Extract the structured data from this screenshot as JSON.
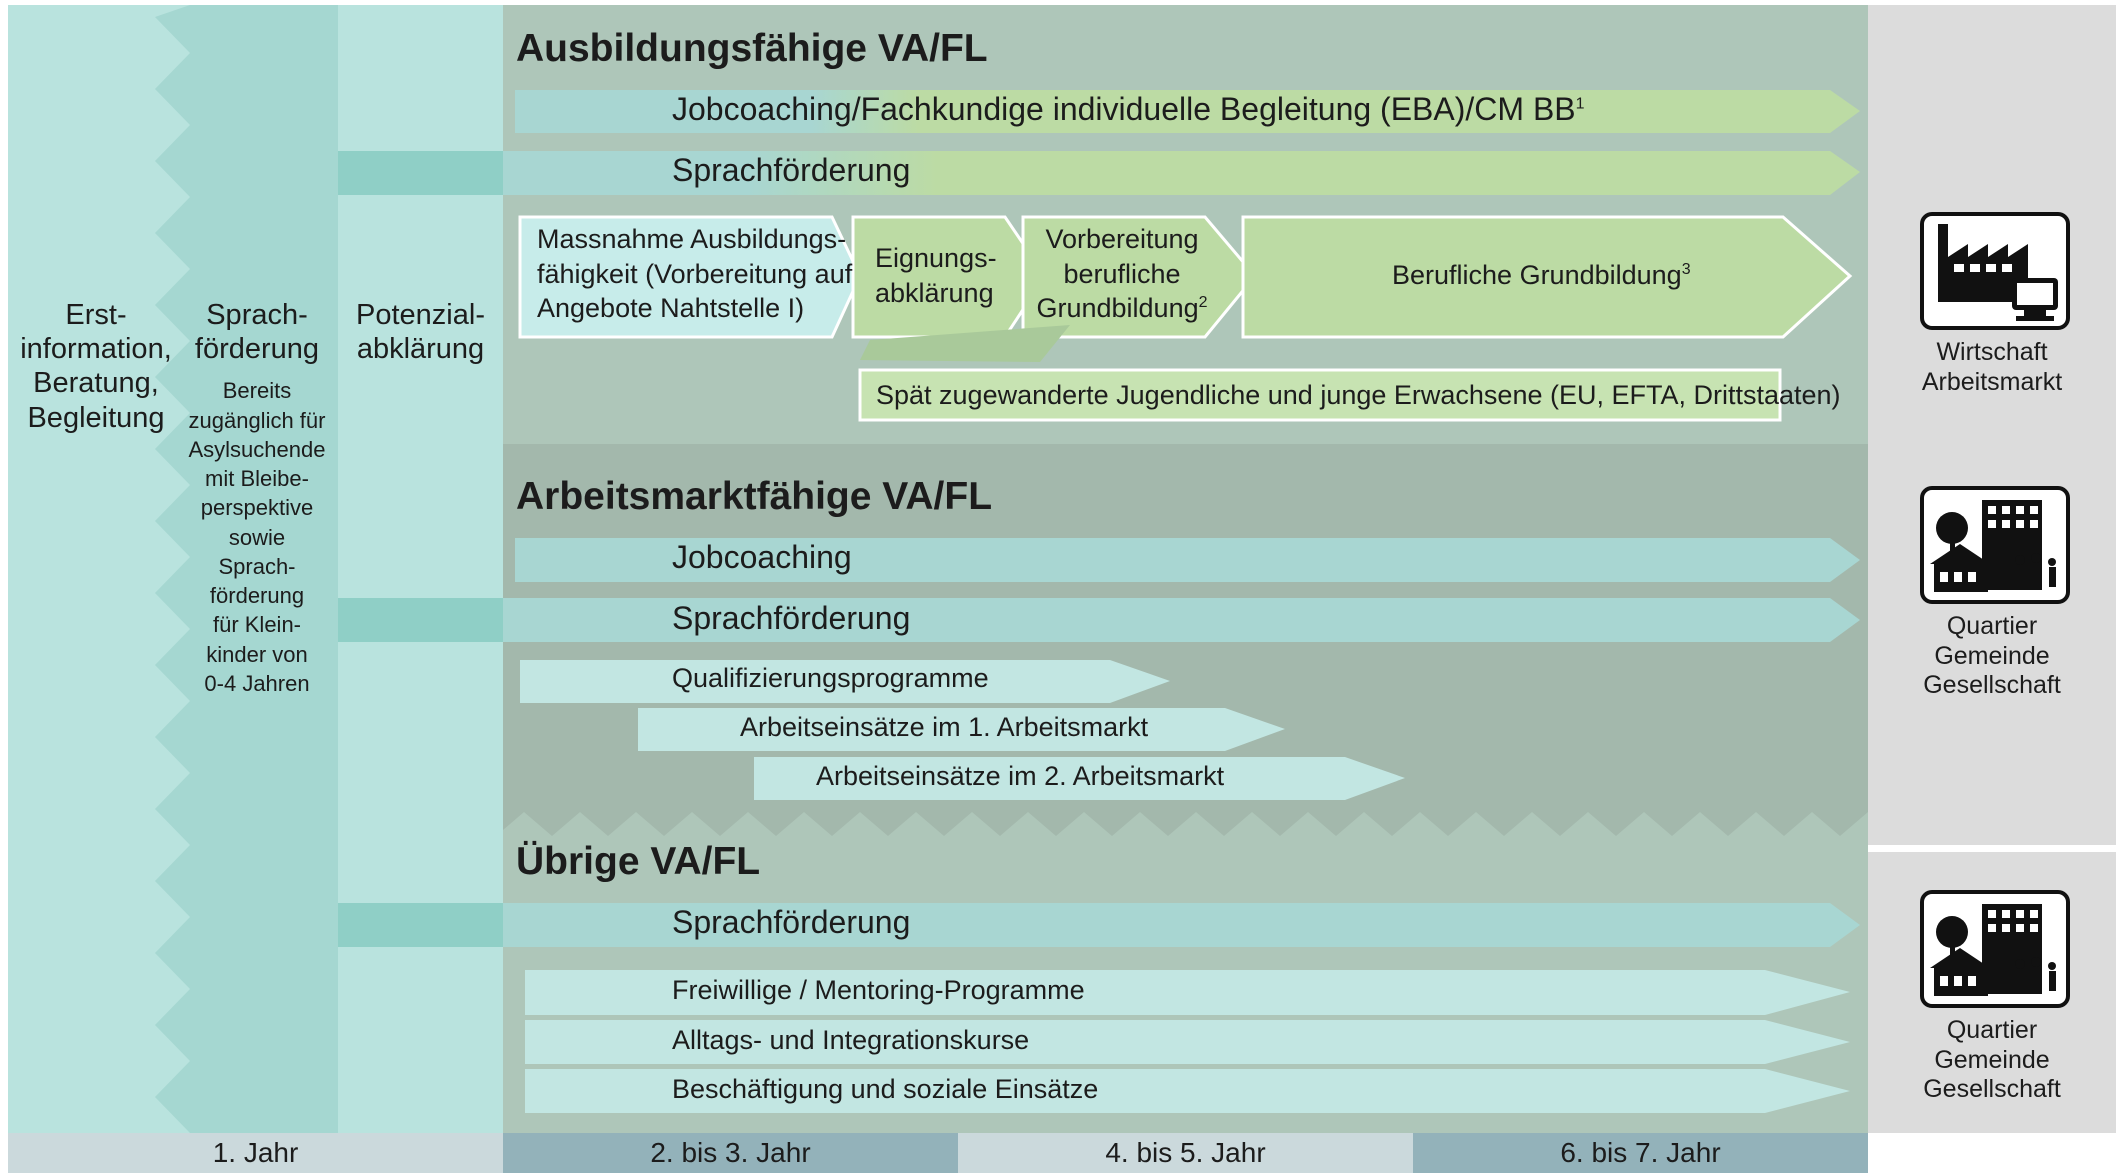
{
  "colors": {
    "col_light": "#b9e3de",
    "col_mid": "#a5d7d1",
    "panel": "#aec6b9",
    "panel_mid": "#a3b8ac",
    "teal_bar": "#a8d6d2",
    "green_bar": "#bcdba4",
    "right_panel": "#dcdcdc",
    "year_light": "#cbd9dc",
    "year_dark": "#93b2ba"
  },
  "columns": {
    "c1": {
      "line1": "Erst-",
      "line2": "information,",
      "line3": "Beratung,",
      "line4": "Begleitung"
    },
    "c2": {
      "title1": "Sprach-",
      "title2": "förderung",
      "note": [
        "Bereits",
        "zugänglich für",
        "Asylsuchende",
        "mit Bleibe-",
        "perspektive",
        "sowie",
        "Sprach-",
        "förderung",
        "für Klein-",
        "kinder von",
        "0-4 Jahren"
      ]
    },
    "c3": {
      "line1": "Potenzial-",
      "line2": "abklärung"
    }
  },
  "sections": {
    "ausbildung": {
      "title": "Ausbildungsfähige VA/FL",
      "jobcoaching": "Jobcoaching/Fachkundige individuelle Begleitung (EBA)/CM BB",
      "jobcoaching_sup": "1",
      "sprach": "Sprachförderung",
      "massnahme": [
        "Massnahme Ausbildungs-",
        "fähigkeit (Vorbereitung auf",
        "Angebote Nahtstelle I)"
      ],
      "eignung": [
        "Eignungs-",
        "abklärung"
      ],
      "vorbereitung": [
        "Vorbereitung",
        "berufliche",
        "Grundbildung"
      ],
      "vorbereitung_sup": "2",
      "grundbildung": "Berufliche Grundbildung",
      "grundbildung_sup": "3",
      "spaet": "Spät zugewanderte Jugendliche und junge Erwachsene (EU, EFTA, Drittstaaten)"
    },
    "arbeitsmarkt": {
      "title": "Arbeitsmarktfähige VA/FL",
      "jobcoaching": "Jobcoaching",
      "sprach": "Sprachförderung",
      "quali": "Qualifizierungsprogramme",
      "einsatz1": "Arbeitseinsätze im 1. Arbeitsmarkt",
      "einsatz2": "Arbeitseinsätze im 2. Arbeitsmarkt"
    },
    "uebrige": {
      "title": "Übrige VA/FL",
      "sprach": "Sprachförderung",
      "freiwillig": "Freiwillige / Mentoring-Programme",
      "alltag": "Alltags- und Integrationskurse",
      "beschaeftigung": "Beschäftigung und soziale Einsätze"
    }
  },
  "right": {
    "wirtschaft": {
      "icon": "factory-computer-icon",
      "line1": "Wirtschaft",
      "line2": "Arbeitsmarkt"
    },
    "quartier1": {
      "icon": "neighborhood-icon",
      "line1": "Quartier",
      "line2": "Gemeinde",
      "line3": "Gesellschaft"
    },
    "quartier2": {
      "icon": "neighborhood-icon",
      "line1": "Quartier",
      "line2": "Gemeinde",
      "line3": "Gesellschaft"
    }
  },
  "years": [
    "1. Jahr",
    "2. bis 3. Jahr",
    "4. bis 5. Jahr",
    "6. bis 7. Jahr"
  ]
}
